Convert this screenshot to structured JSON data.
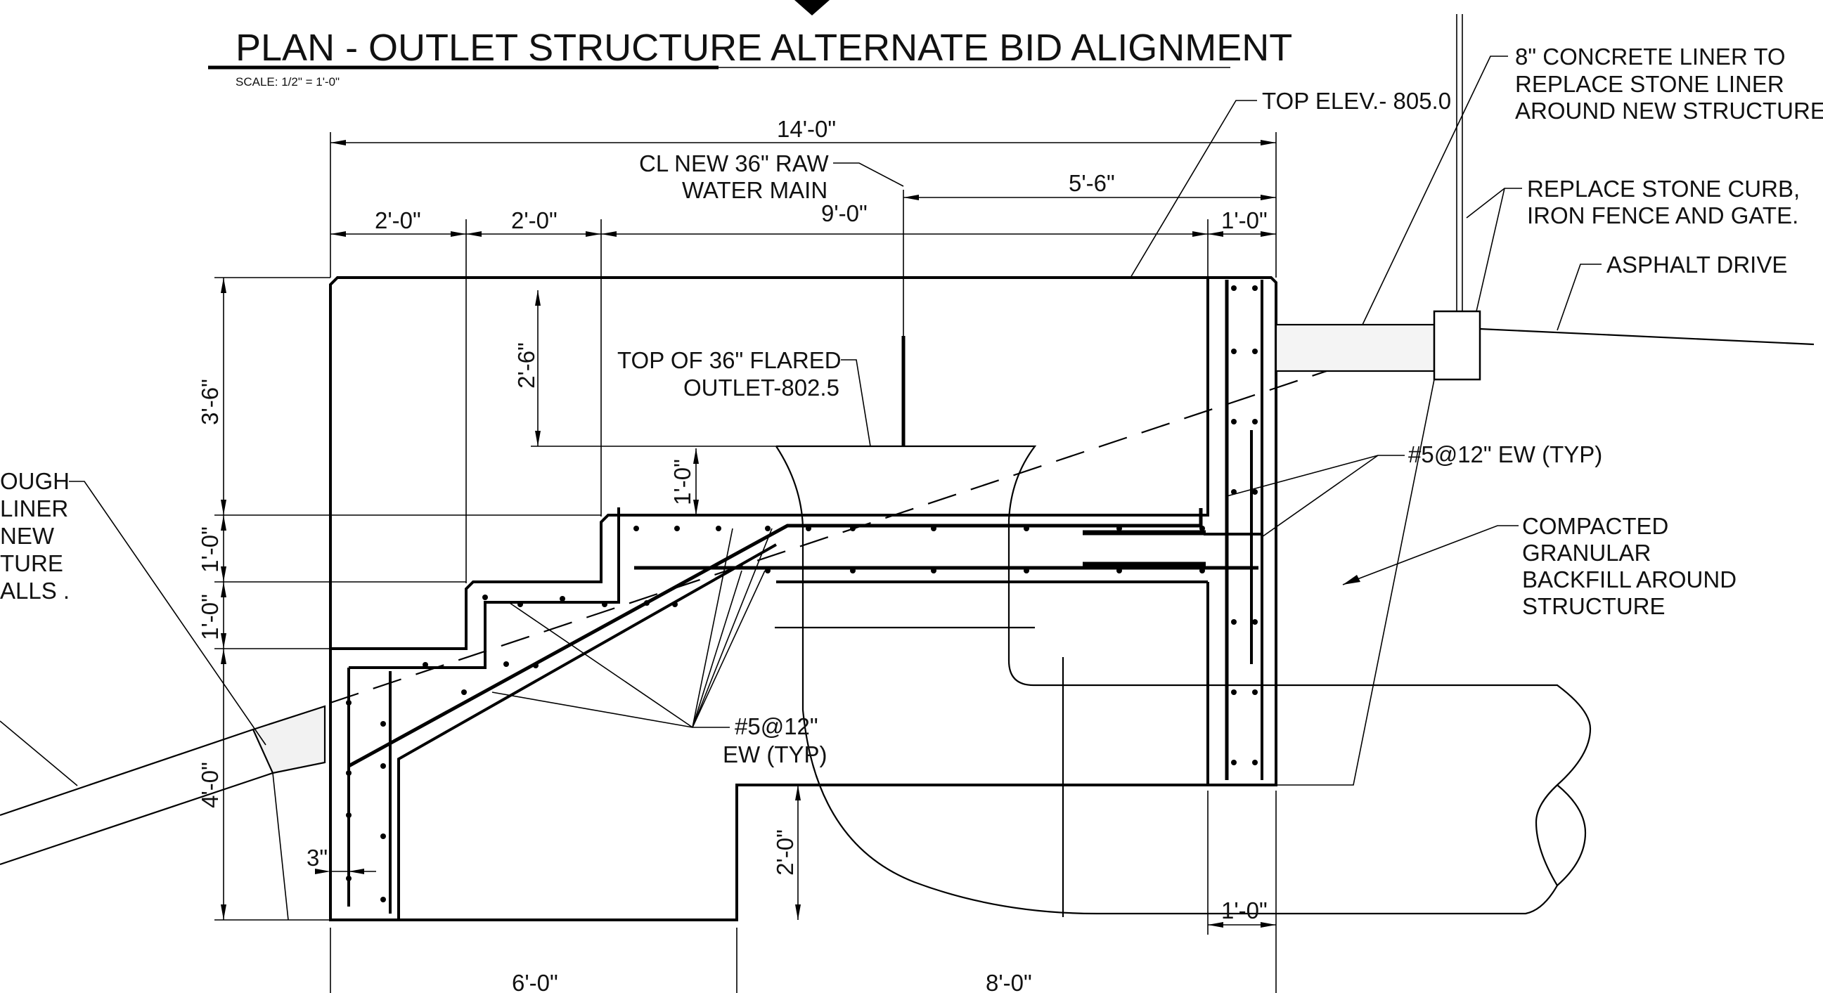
{
  "title": "PLAN - OUTLET STRUCTURE ALTERNATE BID ALIGNMENT",
  "scale": "SCALE: 1/2\" = 1'-0\"",
  "dimensions": {
    "overall_width": "14'-0\"",
    "left_step_1": "2'-0\"",
    "left_step_2": "2'-0\"",
    "center_run": "9'-0\"",
    "right_wall": "1'-0\"",
    "cl_offset": "5'-6\"",
    "upper_height": "3'-6\"",
    "step_height_1": "1'-0\"",
    "step_height_2": "1'-0\"",
    "lower_height": "4'-0\"",
    "inner_depth": "2'-6\"",
    "flare_gap": "1'-0\"",
    "outlet_offset": "2'-0\"",
    "wall_thickness": "3\"",
    "bottom_left": "6'-0\"",
    "bottom_right": "8'-0\"",
    "right_wall_bottom": "1'-0\""
  },
  "notes": {
    "top_elev": "TOP ELEV.- 805.0",
    "concrete_liner": [
      "8\" CONCRETE LINER  TO",
      "REPLACE STONE LINER",
      "AROUND NEW STRUCTURE."
    ],
    "stone_curb": [
      "REPLACE STONE CURB,",
      "IRON FENCE AND GATE."
    ],
    "asphalt": "ASPHALT DRIVE",
    "cl_main": [
      "CL NEW 36\" RAW",
      "WATER MAIN"
    ],
    "flared_outlet": [
      "TOP OF 36\" FLARED",
      "OUTLET-802.5"
    ],
    "rebar_right": "#5@12\" EW (TYP)",
    "rebar_center": [
      "#5@12\"",
      "EW (TYP)"
    ],
    "backfill": [
      "COMPACTED",
      "GRANULAR",
      "BACKFILL AROUND",
      "STRUCTURE"
    ],
    "left_note_partial": [
      "OUGH",
      "LINER",
      " NEW",
      "TURE",
      "ALLS ."
    ]
  }
}
